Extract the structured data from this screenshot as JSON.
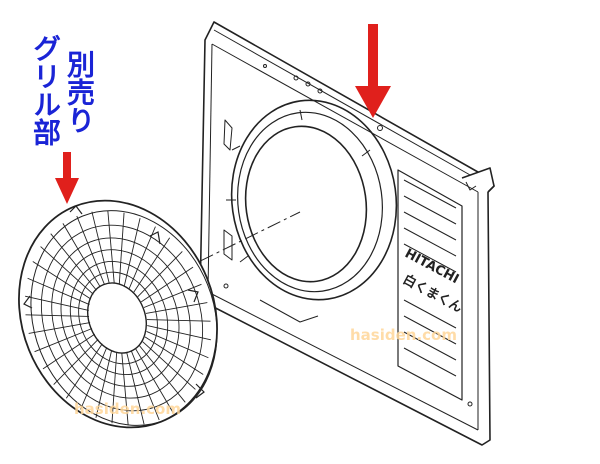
{
  "labels": {
    "col_right": "別売り",
    "col_left": "グリル部"
  },
  "watermarks": {
    "right": "hasiden.com",
    "left": "hasiden.com"
  },
  "panel": {
    "brand_logo": "HITACHI",
    "brand_sub": "白くまくん"
  },
  "colors": {
    "label_blue": "#1a24d6",
    "arrow_red": "#e0201c",
    "watermark_orange": "#ffb142",
    "line": "#222222"
  }
}
